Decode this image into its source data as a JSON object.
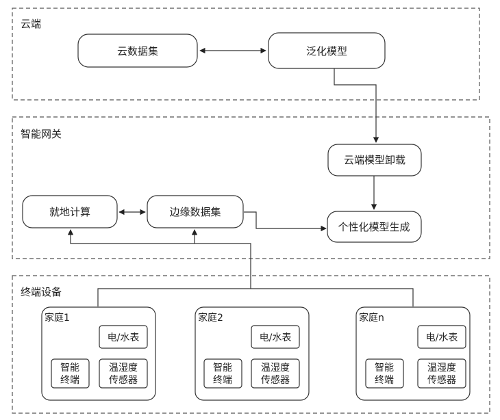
{
  "zones": {
    "cloud": "云端",
    "gateway": "智能网关",
    "terminal": "终端设备"
  },
  "nodes": {
    "cloud_dataset": "云数据集",
    "general_model": "泛化模型",
    "cloud_model_unload": "云端模型卸载",
    "local_compute": "就地计算",
    "edge_dataset": "边缘数据集",
    "personalized_model": "个性化模型生成"
  },
  "homes": [
    {
      "name": "家庭1",
      "meter": "电/水表",
      "terminal": [
        "智能",
        "终端"
      ],
      "sensor": [
        "温湿度",
        "传感器"
      ]
    },
    {
      "name": "家庭2",
      "meter": "电/水表",
      "terminal": [
        "智能",
        "终端"
      ],
      "sensor": [
        "温湿度",
        "传感器"
      ]
    },
    {
      "name": "家庭n",
      "meter": "电/水表",
      "terminal": [
        "智能",
        "终端"
      ],
      "sensor": [
        "温湿度",
        "传感器"
      ]
    }
  ]
}
